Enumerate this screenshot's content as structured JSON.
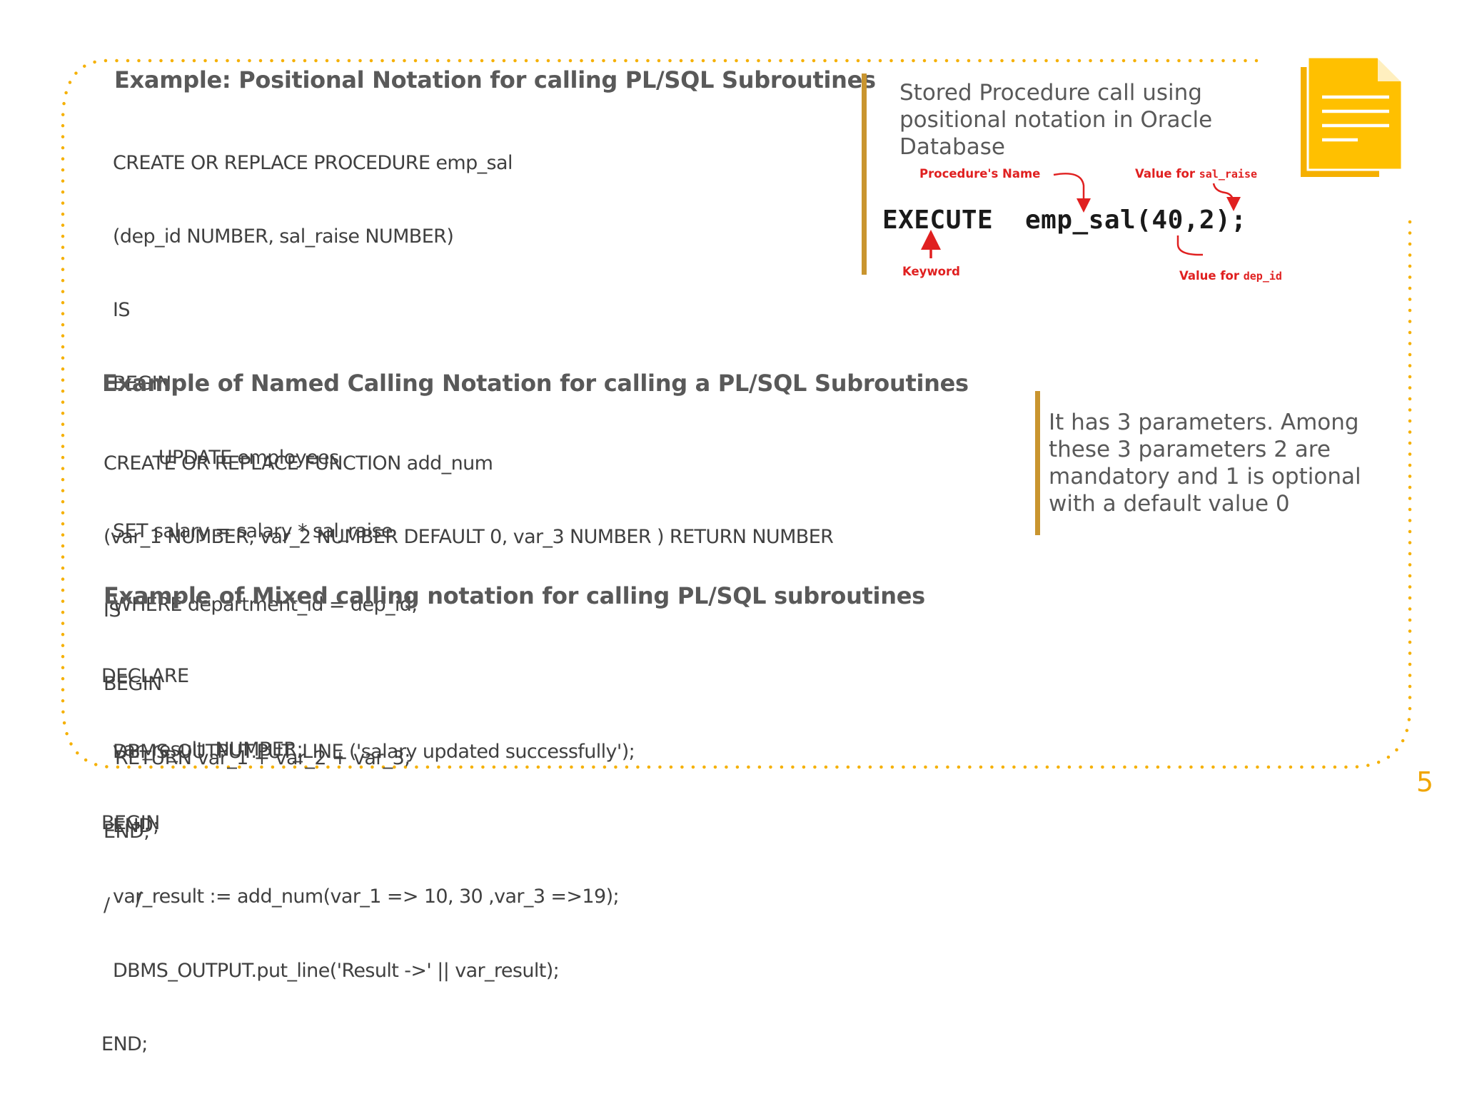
{
  "positional": {
    "title": "Example: Positional Notation for calling PL/SQL Subroutines",
    "code": [
      "CREATE OR REPLACE PROCEDURE emp_sal",
      "(dep_id NUMBER, sal_raise NUMBER)",
      "IS",
      "BEGIN",
      "        UPDATE employees",
      "SET salary = salary * sal_raise",
      "WHERE department_id = dep_id;",
      "",
      "DBMS_OUTPUT.PUT_LINE ('salary updated successfully');",
      "END;",
      "    /"
    ]
  },
  "stored_proc_note": {
    "lines": [
      "Stored Procedure call using",
      "positional notation in Oracle",
      "Database"
    ]
  },
  "diagram": {
    "keyword": "EXECUTE",
    "call": "emp_sal(40,2);",
    "procedure_name_label": "Procedure's Name",
    "value_for_label": "Value for",
    "sal_raise": "sal_raise",
    "dep_id": "dep_id",
    "keyword_label": "Keyword",
    "accent_color": "#e02020"
  },
  "named": {
    "title": "Example of Named Calling Notation for calling a PL/SQL Subroutines",
    "code": [
      "CREATE OR REPLACE FUNCTION add_num",
      "(var_1 NUMBER, var_2 NUMBER DEFAULT 0, var_3 NUMBER ) RETURN NUMBER",
      "IS",
      "BEGIN",
      "  RETURN var_1 + var_2 + var_3;",
      "END;",
      "/"
    ]
  },
  "params_note": {
    "lines": [
      "It has 3 parameters. Among",
      "these 3 parameters 2 are",
      "mandatory and 1 is optional",
      "with a default value 0"
    ]
  },
  "mixed": {
    "title": "Example of Mixed calling notation for calling PL/SQL subroutines",
    "code": [
      "DECLARE",
      "  var_result  NUMBER;",
      "BEGIN",
      "  var_result := add_num(var_1 => 10, 30 ,var_3 =>19);",
      "  DBMS_OUTPUT.put_line('Result ->' || var_result);",
      "END;"
    ]
  },
  "page_number": "5",
  "colors": {
    "accent": "#f5b000",
    "bar": "#c9952f",
    "text": "#404040"
  },
  "icons": {
    "document": "document-icon"
  }
}
